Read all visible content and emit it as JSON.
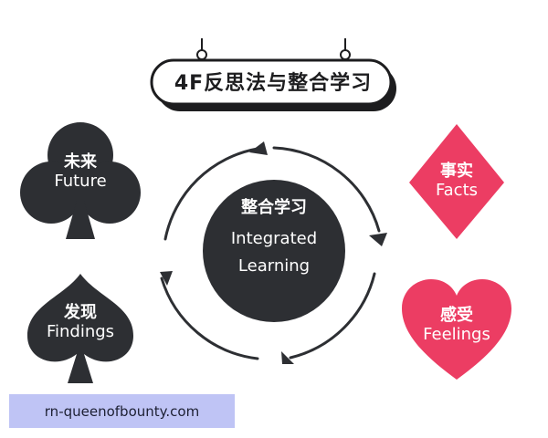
{
  "title": "4F反思法与整合学习",
  "center": {
    "cn": "整合学习",
    "en_line1": "Integrated",
    "en_line2": "Learning"
  },
  "future": {
    "cn": "未来",
    "en": "Future"
  },
  "facts": {
    "cn": "事实",
    "en": "Facts"
  },
  "findings": {
    "cn": "发现",
    "en": "Findings"
  },
  "feelings": {
    "cn": "感受",
    "en": "Feelings"
  },
  "watermark": "rn-queenofbounty.com",
  "colors": {
    "dark": "#2d2f33",
    "pink": "#ec3d63",
    "watermark_bg": "#bfc4f5"
  }
}
